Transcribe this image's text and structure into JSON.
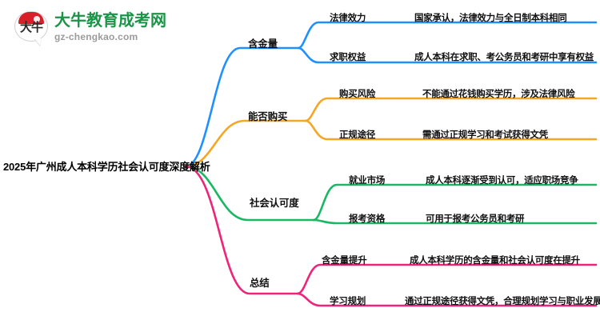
{
  "logo": {
    "mark_char": "大牛",
    "title": "大牛教育成考网",
    "subtitle": "gz-chengkao.com",
    "brand_green": "#1a9447",
    "brand_red": "#d8202a",
    "sub_gray": "#9b9b9b"
  },
  "mindmap": {
    "root": "2025年广州成人本科学历社会认可度深度解析",
    "branches": [
      {
        "label": "含金量",
        "color": "#1e90ff",
        "children": [
          {
            "key": "法律效力",
            "value": "国家承认，法律效力与全日制本科相同"
          },
          {
            "key": "求职权益",
            "value": "成人本科在求职、考公务员和考研中享有权益"
          }
        ]
      },
      {
        "label": "能否购买",
        "color": "#f5a623",
        "children": [
          {
            "key": "购买风险",
            "value": "不能通过花钱购买学历，涉及法律风险"
          },
          {
            "key": "正规途径",
            "value": "需通过正规学习和考试获得文凭"
          }
        ]
      },
      {
        "label": "社会认可度",
        "color": "#1bb863",
        "children": [
          {
            "key": "就业市场",
            "value": "成人本科逐渐受到认可，适应职场竞争"
          },
          {
            "key": "报考资格",
            "value": "可用于报考公务员和考研"
          }
        ]
      },
      {
        "label": "总结",
        "color": "#f0237a",
        "children": [
          {
            "key": "含金量提升",
            "value": "成人本科学历的含金量和社会认可度在提升"
          },
          {
            "key": "学习规划",
            "value": "通过正规途径获得文凭，合理规划学习与职业发展"
          }
        ]
      }
    ]
  }
}
